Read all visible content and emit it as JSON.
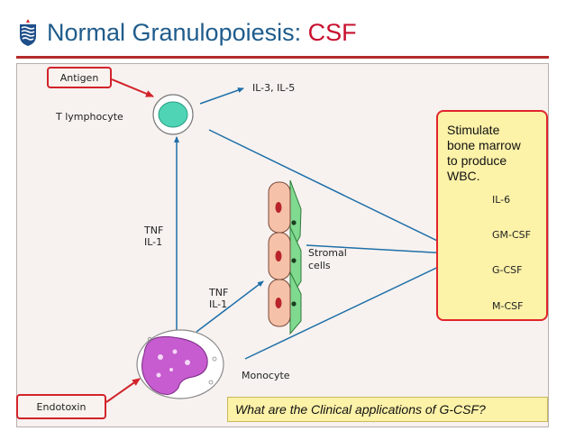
{
  "title": {
    "main": "Normal Granulopoiesis: ",
    "accent": "CSF"
  },
  "labels": {
    "antigen": "Antigen",
    "t_lymphocyte": "T lymphocyte",
    "il3_il5": "IL-3, IL-5",
    "tnf_1": "TNF",
    "il1_1": "IL-1",
    "tnf_2": "TNF",
    "il1_2": "IL-1",
    "stromal": "Stromal",
    "cells": "cells",
    "monocyte": "Monocyte",
    "endotoxin": "Endotoxin"
  },
  "stimulate": {
    "line1": "Stimulate",
    "line2": "bone marrow",
    "line3": "to produce",
    "line4": "WBC."
  },
  "factors": {
    "il6": "IL-6",
    "gmcsf": "GM-CSF",
    "gcsf": "G-CSF",
    "mcsf": "M-CSF"
  },
  "question": "What are the Clinical applications of G-CSF?",
  "colors": {
    "title_blue": "#1f5c8c",
    "accent_red": "#c8102e",
    "arrow_blue": "#1f6fa8",
    "arrow_red": "#d2232a",
    "factor_green": "#1f8a5a"
  }
}
